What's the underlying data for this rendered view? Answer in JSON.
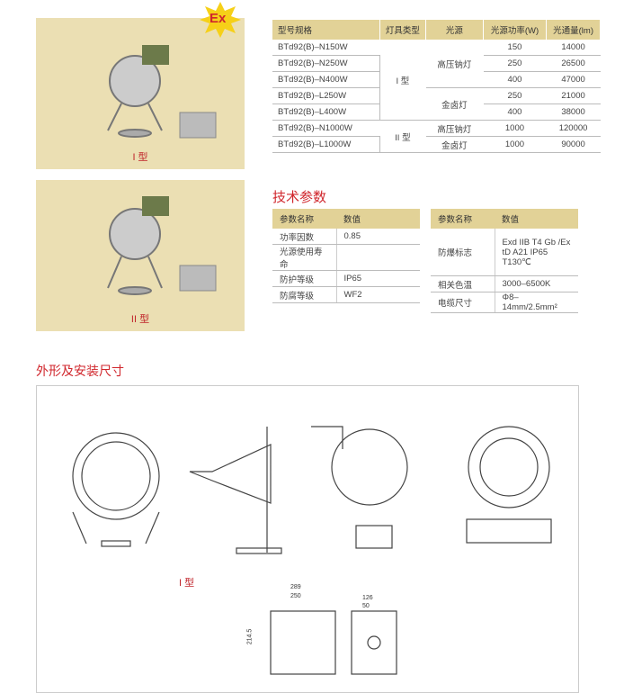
{
  "photos": [
    {
      "caption": "I 型"
    },
    {
      "caption": "II 型"
    }
  ],
  "badge": "Ex",
  "spec": {
    "headers": [
      "型号规格",
      "灯具类型",
      "光源",
      "光源功率(W)",
      "光通量(lm)"
    ],
    "rows": [
      {
        "model": "BTd92(B)–N150W",
        "power": "150",
        "flux": "14000"
      },
      {
        "model": "BTd92(B)–N250W",
        "power": "250",
        "flux": "26500"
      },
      {
        "model": "BTd92(B)–N400W",
        "power": "400",
        "flux": "47000"
      },
      {
        "model": "BTd92(B)–L250W",
        "power": "250",
        "flux": "21000"
      },
      {
        "model": "BTd92(B)–L400W",
        "power": "400",
        "flux": "38000"
      },
      {
        "model": "BTd92(B)–N1000W",
        "power": "1000",
        "flux": "120000"
      },
      {
        "model": "BTd92(B)–L1000W",
        "power": "1000",
        "flux": "90000"
      }
    ],
    "types": [
      "I 型",
      "II 型"
    ],
    "sources": [
      "高压钠灯",
      "金卤灯",
      "高压钠灯",
      "金卤灯"
    ]
  },
  "tech": {
    "title": "技术参数",
    "h1": "参数名称",
    "h2": "数值",
    "left": [
      [
        "功率因数",
        "0.85"
      ],
      [
        "光源使用寿命",
        ""
      ],
      [
        "防护等级",
        "IP65"
      ],
      [
        "防腐等级",
        "WF2"
      ]
    ],
    "right": [
      [
        "防爆标志",
        "Exd IIB T4 Gb /Ex tD A21 IP65 T130℃"
      ],
      [
        "相关色温",
        "3000–6500K"
      ],
      [
        "电缆尺寸",
        "Φ8–14mm/2.5mm²"
      ]
    ]
  },
  "dims": {
    "title": "外形及安装尺寸",
    "type_label": "I 型",
    "d289": "289",
    "d250": "250",
    "d2145": "214.5",
    "d126": "126",
    "d50": "50"
  }
}
